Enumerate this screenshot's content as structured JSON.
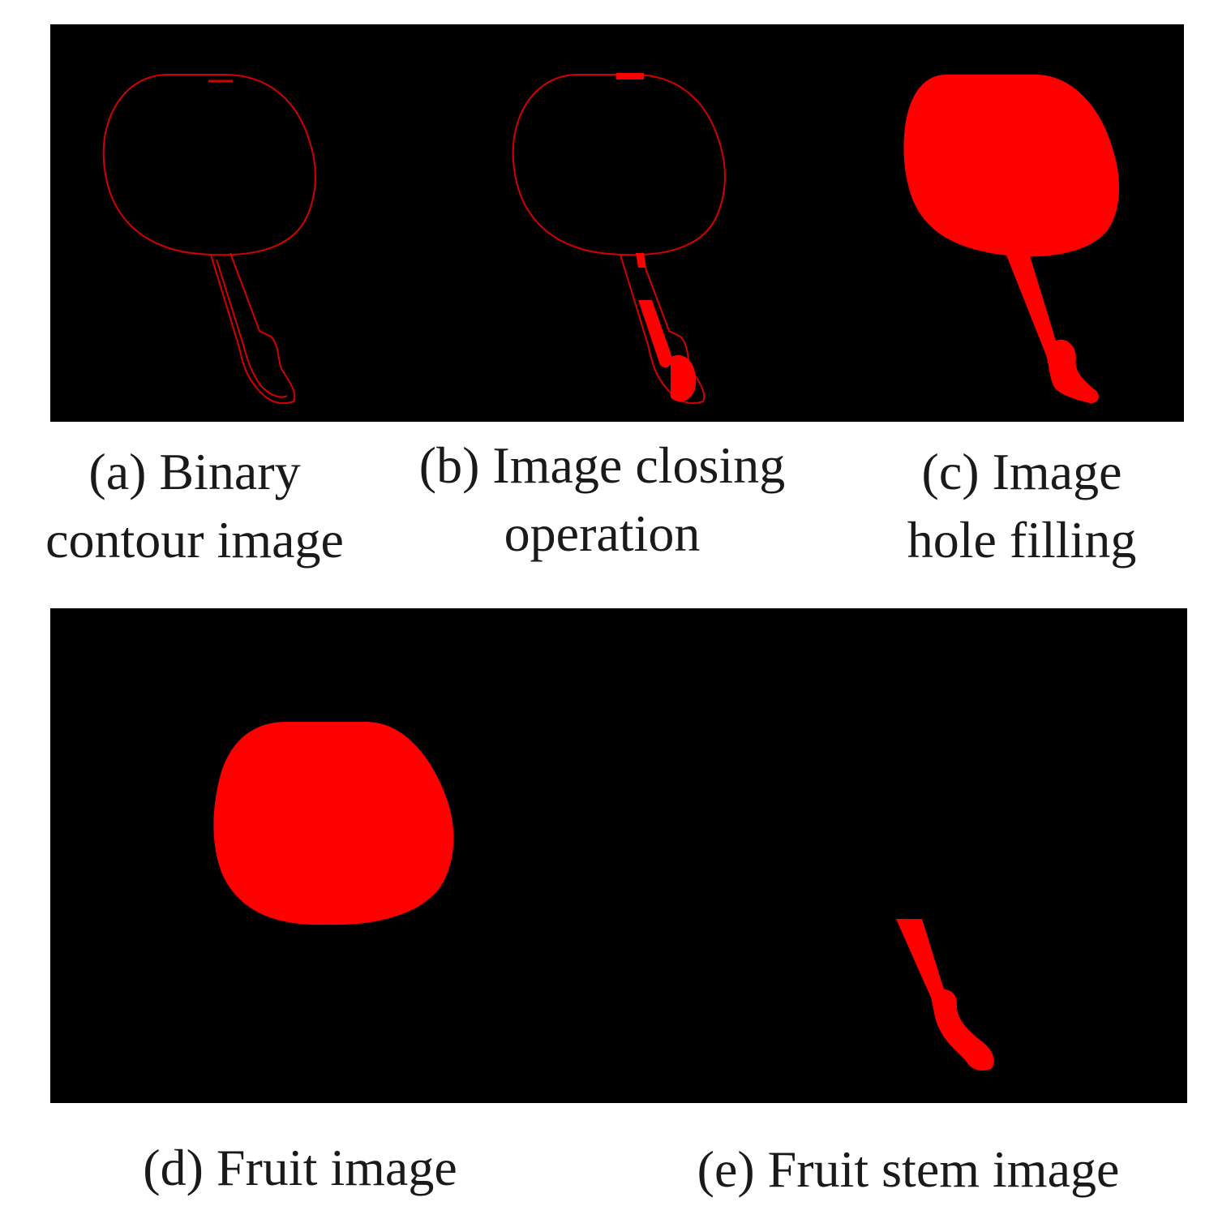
{
  "colors": {
    "background": "#000000",
    "segment": "#ff0000",
    "contour": "#d40000",
    "caption_text": "#1a1a1a"
  },
  "captions": {
    "a": [
      "(a) Binary",
      "contour image"
    ],
    "b": [
      "(b) Image closing",
      "operation"
    ],
    "c": [
      "(c) Image",
      "hole filling"
    ],
    "d": "(d) Fruit image",
    "e": "(e) Fruit stem image"
  }
}
